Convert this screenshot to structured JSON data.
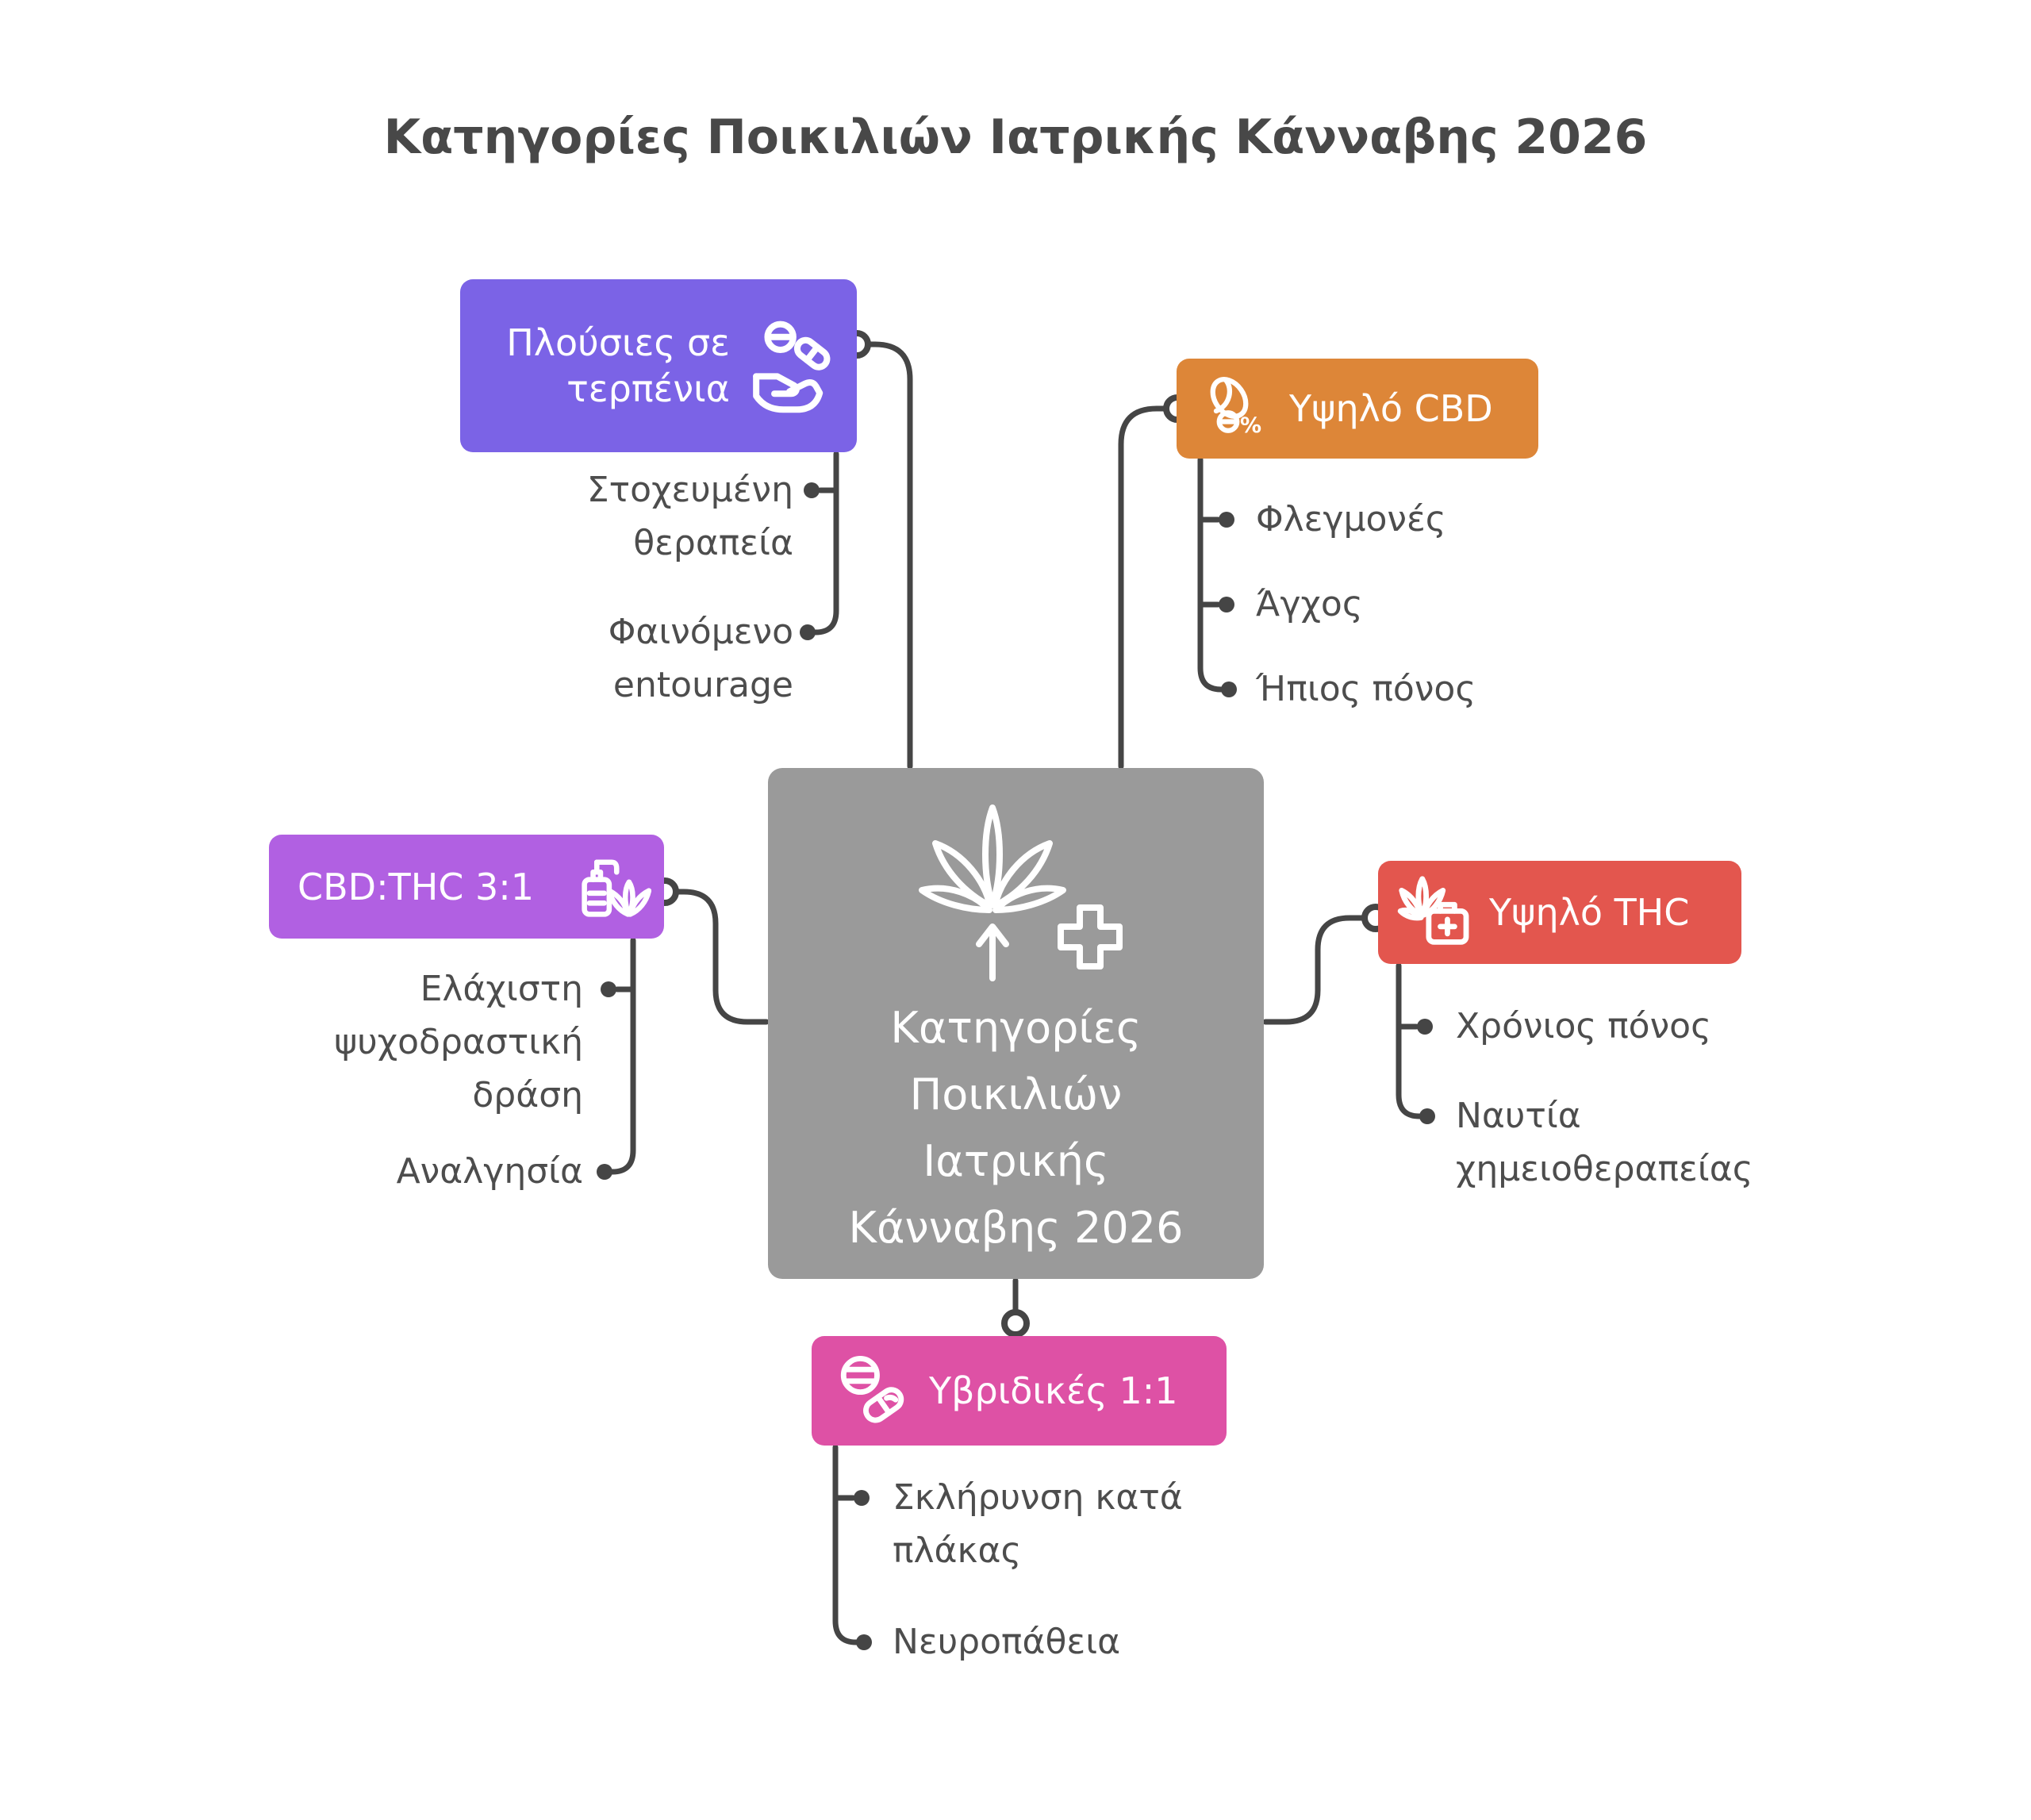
{
  "title": "Κατηγορίες Ποικιλιών Ιατρικής Κάνναβης 2026",
  "colors": {
    "terpenes": "#7b63e6",
    "cbd": "#dd8638",
    "ratio": "#b160e2",
    "thc": "#e3564e",
    "hybrid": "#de51a5",
    "center": "#9a9a9a",
    "connector": "#454545",
    "label_text": "#4d4d4d",
    "title_text": "#484848"
  },
  "center": {
    "icon": "cannabis-leaf-cross-icon",
    "lines": [
      "Κατηγορίες",
      "Ποικιλιών",
      "Ιατρικής",
      "Κάνναβης 2026"
    ]
  },
  "nodes": {
    "terpenes": {
      "label": "Πλούσιες σε τερπένια",
      "icon": "hand-pills-icon",
      "children": [
        "Στοχευμένη θεραπεία",
        "Φαινόμενο entourage"
      ]
    },
    "cbd": {
      "label": "Υψηλό CBD",
      "icon": "bean-zero-percent-icon",
      "children": [
        "Φλεγμονές",
        "Άγχος",
        "Ήπιος πόνος"
      ]
    },
    "ratio": {
      "label": "CBD:THC 3:1",
      "icon": "lotion-bottle-leaf-icon",
      "children": [
        "Ελάχιστη ψυχοδραστική δράση",
        "Αναλγησία"
      ]
    },
    "thc": {
      "label": "Υψηλό THC",
      "icon": "leaf-medkit-icon",
      "children": [
        "Χρόνιος πόνος",
        "Ναυτία χημειοθεραπείας"
      ]
    },
    "hybrid": {
      "label": "Υβριδικές 1:1",
      "icon": "tablet-capsule-icon",
      "children": [
        "Σκλήρυνση κατά πλάκας",
        "Νευροπάθεια"
      ]
    }
  }
}
